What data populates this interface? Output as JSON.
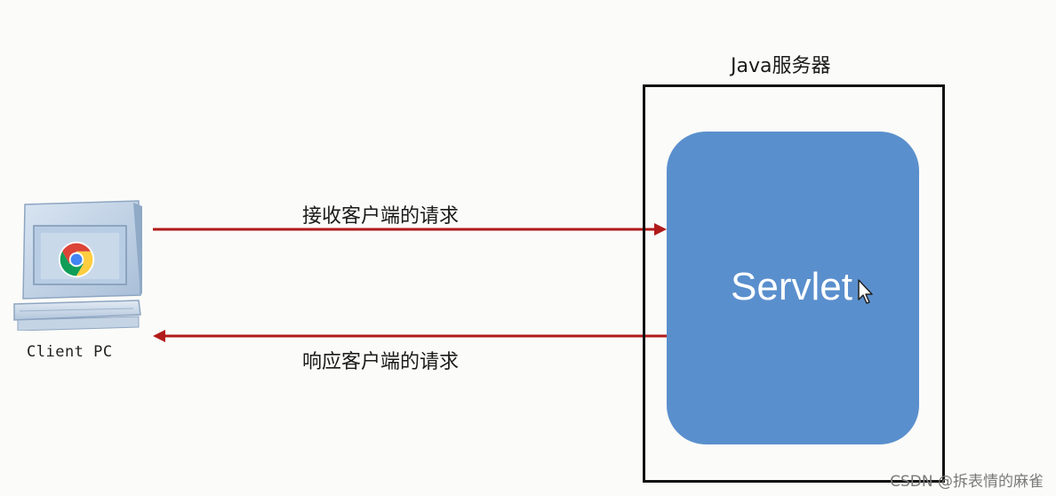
{
  "client": {
    "label": "Client PC",
    "icon": "chrome-icon"
  },
  "server": {
    "title": "Java服务器",
    "servlet_label": "Servlet"
  },
  "arrows": {
    "request_label": "接收客户端的请求",
    "response_label": "响应客户端的请求",
    "color": "#b01a1a"
  },
  "colors": {
    "servlet_fill": "#5a8fcd",
    "server_border": "#111111"
  },
  "watermark": "CSDN @拆表情的麻雀"
}
